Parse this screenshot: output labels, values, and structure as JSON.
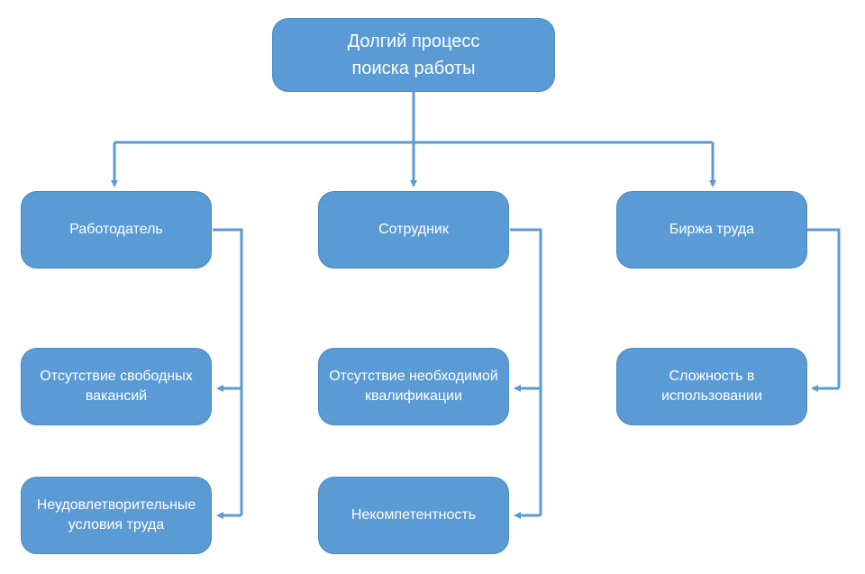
{
  "diagram": {
    "root": {
      "label": "Долгий процесс\nпоиска работы"
    },
    "categories": [
      {
        "label": "Работодатель",
        "children": [
          {
            "label": "Отсутствие свободных\nвакансий"
          },
          {
            "label": "Неудовлетворительные\nусловия труда"
          }
        ]
      },
      {
        "label": "Сотрудник",
        "children": [
          {
            "label": "Отсутствие необходимой\nквалификации"
          },
          {
            "label": "Некомпетентность"
          }
        ]
      },
      {
        "label": "Биржа труда",
        "children": [
          {
            "label": "Сложность в\nиспользовании"
          }
        ]
      }
    ]
  },
  "colors": {
    "node_fill": "#5b9bd5",
    "node_border": "#4a89c2",
    "connector": "#5b9bd5",
    "text": "#ffffff"
  }
}
